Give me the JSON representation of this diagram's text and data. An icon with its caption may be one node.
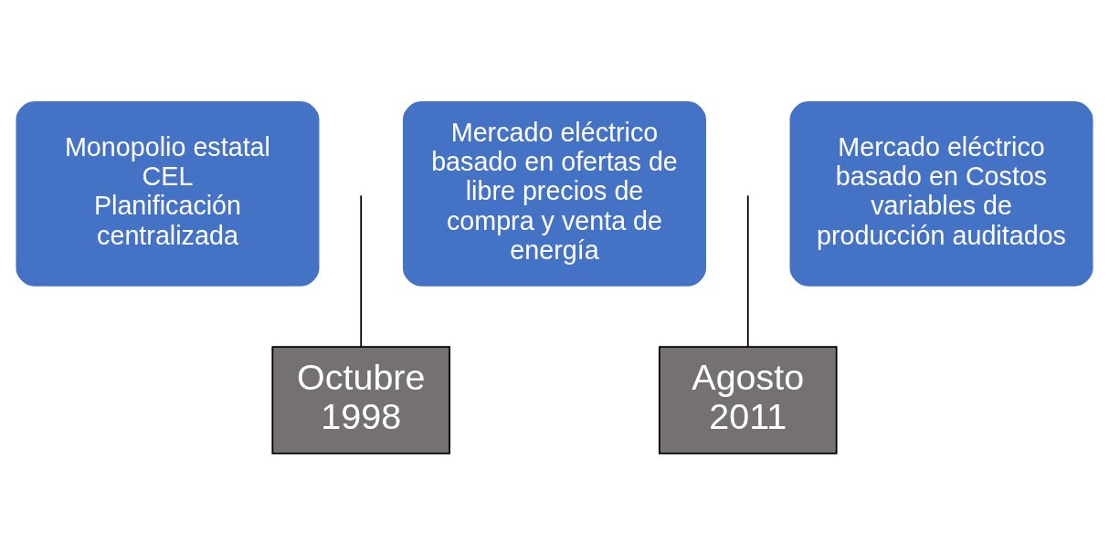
{
  "diagram": {
    "nodes": [
      {
        "text": [
          "Monopolio estatal",
          "CEL",
          "Planificación centralizada"
        ]
      },
      {
        "text": [
          "Mercado eléctrico basado en ofertas de libre precios de compra y venta de energía"
        ]
      },
      {
        "text": [
          "Mercado eléctrico basado en Costos variables de producción auditados"
        ]
      },
      {
        "text": [
          "Octubre 1998"
        ]
      },
      {
        "text": [
          "Agosto 2011"
        ]
      }
    ],
    "edges": [
      {
        "from": 3,
        "to": null,
        "arrow": "none"
      },
      {
        "from": 4,
        "to": null,
        "arrow": "none"
      }
    ]
  }
}
